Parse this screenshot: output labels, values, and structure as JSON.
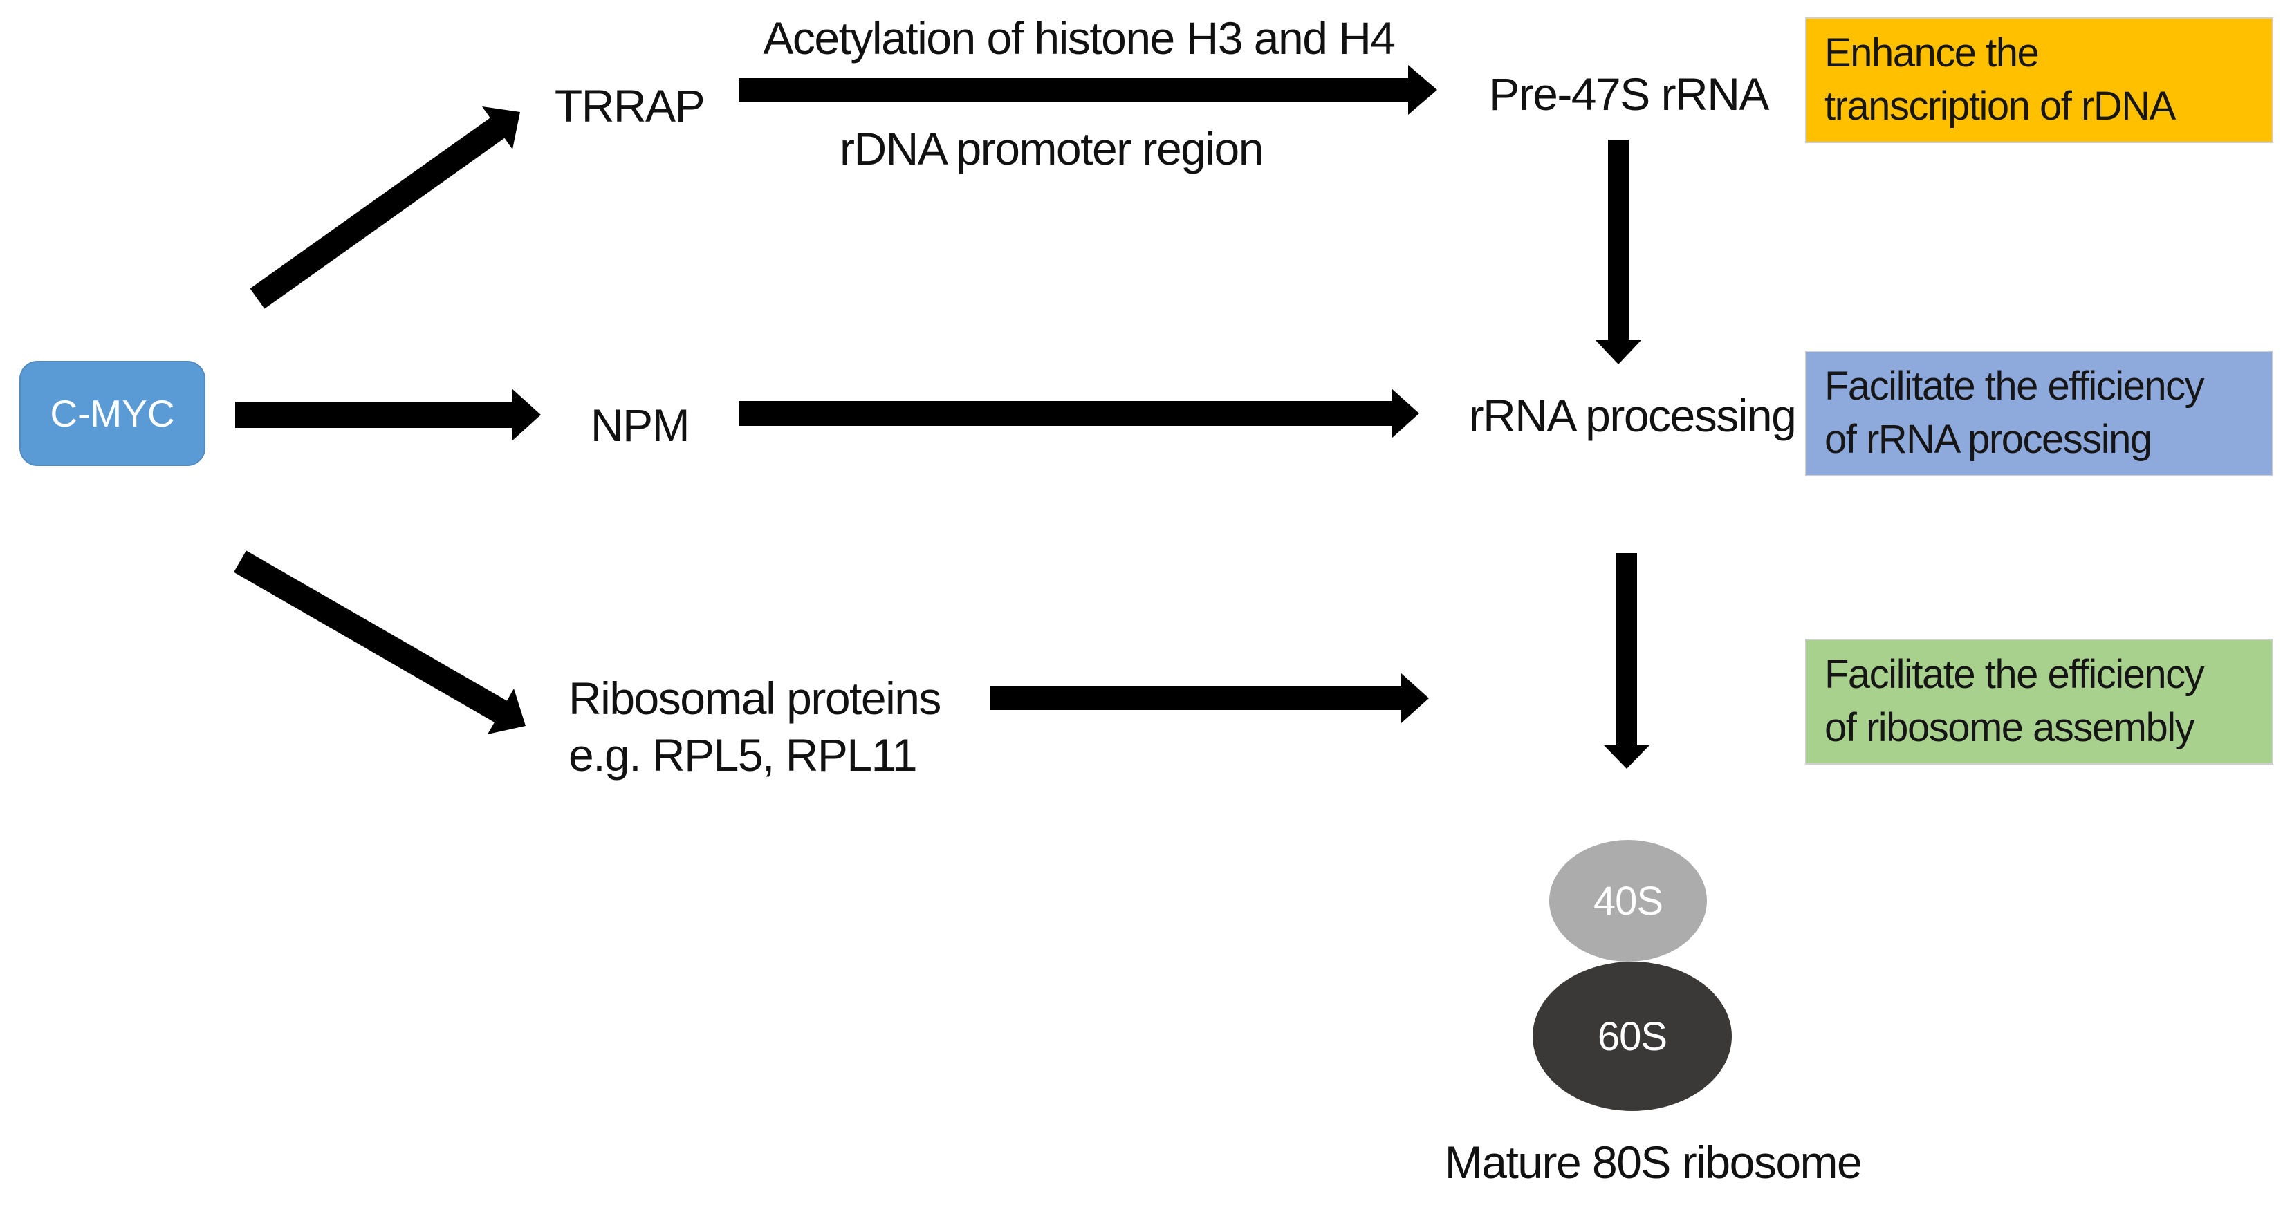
{
  "nodes": {
    "cmyc": "C-MYC",
    "trrap": "TRRAP",
    "npm": "NPM",
    "ribosomal_proteins": "Ribosomal proteins\ne.g. RPL5, RPL11",
    "pre47s": "Pre-47S rRNA",
    "rrna_processing": "rRNA processing",
    "s40": "40S",
    "s60": "60S",
    "mature_ribosome": "Mature 80S ribosome"
  },
  "arrow_labels": {
    "acetylation": "Acetylation of histone H3 and H4",
    "rdna_promoter": "rDNA promoter region"
  },
  "effects": {
    "transcription": "Enhance the\ntranscription of rDNA",
    "processing": "Facilitate the efficiency\nof rRNA processing",
    "assembly": "Facilitate the efficiency\nof ribosome assembly"
  },
  "colors": {
    "cmyc_bg": "#5B9BD5",
    "transcription_bg": "#FFC000",
    "processing_bg": "#8EA9DB",
    "assembly_bg": "#A9D18E",
    "s40_bg": "#ACACAC",
    "s60_bg": "#3B3838",
    "arrow": "#000000"
  }
}
